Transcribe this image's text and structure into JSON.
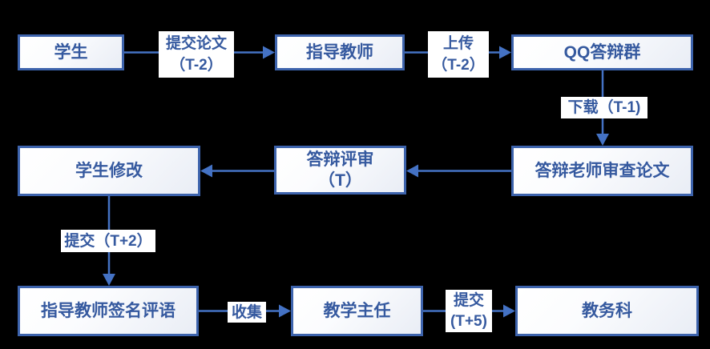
{
  "palette": {
    "background": "#000000",
    "box_border": "#3d63ac",
    "box_fill_top": "#ffffff",
    "box_fill_bottom": "#e9edf5",
    "arrow": "#4472c4",
    "text": "#35599f",
    "label_background": "#ffffff"
  },
  "nodes": {
    "student": {
      "label": "学生"
    },
    "advisor": {
      "label": "指导教师"
    },
    "qq_group": {
      "label": "QQ答辩群"
    },
    "student_revision": {
      "label": "学生修改"
    },
    "defense_review": {
      "line1": "答辩评审",
      "line2": "（T）"
    },
    "defense_teacher_check": {
      "label": "答辩老师审查论文"
    },
    "advisor_signature": {
      "label": "指导教师签名评语"
    },
    "teaching_director": {
      "label": "教学主任"
    },
    "academic_office": {
      "label": "教务科"
    }
  },
  "edge_labels": {
    "submit_paper": {
      "line1": "提交论文",
      "line2": "（T-2）"
    },
    "upload": {
      "line1": "上传",
      "line2": "（T-2）"
    },
    "download": {
      "label": "下载（T-1)"
    },
    "submit_t2": {
      "label": "提交（T+2）"
    },
    "collect": {
      "label": "收集"
    },
    "submit_t5": {
      "line1": "提交",
      "line2": "(T+5)"
    }
  }
}
